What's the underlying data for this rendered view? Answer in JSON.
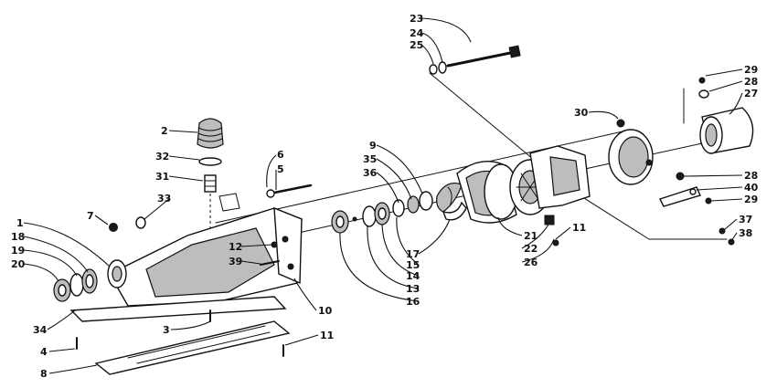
{
  "diagram": {
    "callouts": [
      {
        "id": "c23",
        "label": "23"
      },
      {
        "id": "c24",
        "label": "24"
      },
      {
        "id": "c25",
        "label": "25"
      },
      {
        "id": "c29a",
        "label": "29"
      },
      {
        "id": "c28a",
        "label": "28"
      },
      {
        "id": "c27",
        "label": "27"
      },
      {
        "id": "c30",
        "label": "30"
      },
      {
        "id": "c2",
        "label": "2"
      },
      {
        "id": "c32",
        "label": "32"
      },
      {
        "id": "c31",
        "label": "31"
      },
      {
        "id": "c6",
        "label": "6"
      },
      {
        "id": "c5",
        "label": "5"
      },
      {
        "id": "c9",
        "label": "9"
      },
      {
        "id": "c35",
        "label": "35"
      },
      {
        "id": "c36",
        "label": "36"
      },
      {
        "id": "c28b",
        "label": "28"
      },
      {
        "id": "c40",
        "label": "40"
      },
      {
        "id": "c29b",
        "label": "29"
      },
      {
        "id": "c33",
        "label": "33"
      },
      {
        "id": "c7",
        "label": "7"
      },
      {
        "id": "c1",
        "label": "1"
      },
      {
        "id": "c18",
        "label": "18"
      },
      {
        "id": "c19",
        "label": "19"
      },
      {
        "id": "c20",
        "label": "20"
      },
      {
        "id": "c12",
        "label": "12"
      },
      {
        "id": "c39",
        "label": "39"
      },
      {
        "id": "c11a",
        "label": "11"
      },
      {
        "id": "c22",
        "label": "22"
      },
      {
        "id": "c21",
        "label": "21"
      },
      {
        "id": "c26",
        "label": "26"
      },
      {
        "id": "c17",
        "label": "17"
      },
      {
        "id": "c14",
        "label": "14"
      },
      {
        "id": "c15",
        "label": "15"
      },
      {
        "id": "c13",
        "label": "13"
      },
      {
        "id": "c16",
        "label": "16"
      },
      {
        "id": "c10",
        "label": "10"
      },
      {
        "id": "c37",
        "label": "37"
      },
      {
        "id": "c38",
        "label": "38"
      },
      {
        "id": "c34",
        "label": "34"
      },
      {
        "id": "c3",
        "label": "3"
      },
      {
        "id": "c4",
        "label": "4"
      },
      {
        "id": "c11b",
        "label": "11"
      },
      {
        "id": "c8",
        "label": "8"
      }
    ]
  }
}
